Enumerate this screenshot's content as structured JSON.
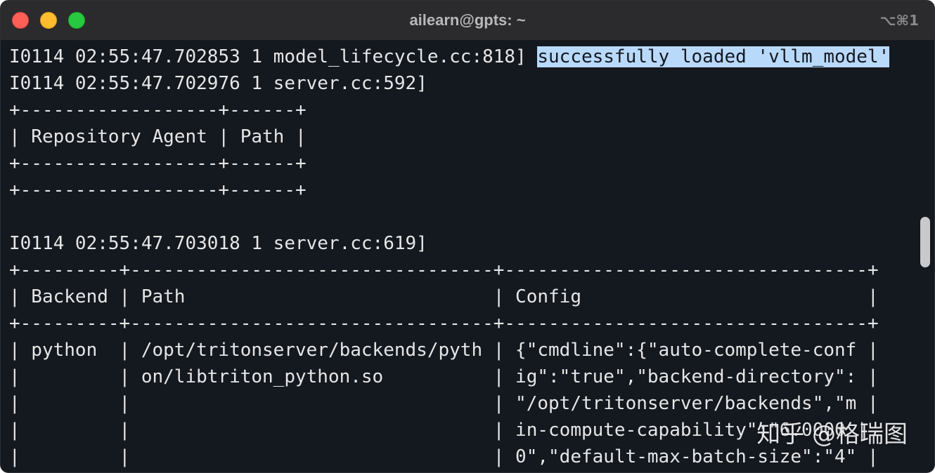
{
  "window": {
    "title": "ailearn@gpts: ~",
    "shortcut": "⌥⌘1"
  },
  "terminal": {
    "lines": [
      {
        "text": "I0114 02:55:47.702853 1 model_lifecycle.cc:818] ",
        "highlight": "successfully loaded 'vllm_model'"
      },
      {
        "text": "I0114 02:55:47.702976 1 server.cc:592]",
        "highlight": ""
      },
      {
        "text": "+------------------+------+",
        "highlight": ""
      },
      {
        "text": "| Repository Agent | Path |",
        "highlight": ""
      },
      {
        "text": "+------------------+------+",
        "highlight": ""
      },
      {
        "text": "+------------------+------+",
        "highlight": ""
      },
      {
        "text": "",
        "highlight": ""
      },
      {
        "text": "I0114 02:55:47.703018 1 server.cc:619]",
        "highlight": ""
      },
      {
        "text": "+---------+---------------------------------+---------------------------------+",
        "highlight": ""
      },
      {
        "text": "| Backend | Path                            | Config                          |",
        "highlight": ""
      },
      {
        "text": "+---------+---------------------------------+---------------------------------+",
        "highlight": ""
      },
      {
        "text": "| python  | /opt/tritonserver/backends/pyth | {\"cmdline\":{\"auto-complete-conf |",
        "highlight": ""
      },
      {
        "text": "|         | on/libtriton_python.so          | ig\":\"true\",\"backend-directory\": |",
        "highlight": ""
      },
      {
        "text": "|         |                                 | \"/opt/tritonserver/backends\",\"m |",
        "highlight": ""
      },
      {
        "text": "|         |                                 | in-compute-capability\":\"6.0000 |",
        "highlight": ""
      },
      {
        "text": "|         |                                 | 0\",\"default-max-batch-size\":\"4\" |",
        "highlight": ""
      }
    ]
  },
  "watermark": {
    "text": "知乎 @格瑞图"
  },
  "colors": {
    "background": "#14181f",
    "foreground": "#e6e6e6",
    "selection": "#b9d9fa",
    "titlebar": "#2b2b2d",
    "close": "#fe5f57",
    "minimize": "#febc2e",
    "maximize": "#28c840"
  }
}
